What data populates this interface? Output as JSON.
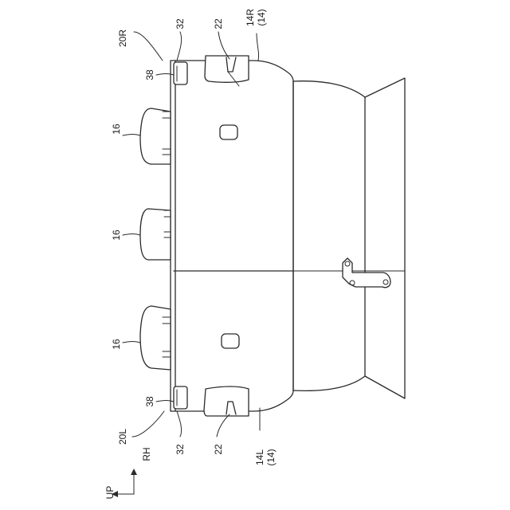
{
  "labels": {
    "seat_right": "20R",
    "seat_left": "20L",
    "seat_back_right_line1": "14R",
    "seat_back_right_line2": "(14)",
    "seat_back_left_line1": "14L",
    "seat_back_left_line2": "(14)",
    "headrest_upper": "16",
    "headrest_middle": "16",
    "headrest_lower": "16",
    "part_32_top": "32",
    "part_22_top": "22",
    "part_38_top": "38",
    "part_38_bottom": "38",
    "part_32_bottom": "32",
    "part_22_bottom": "22"
  },
  "orientation": {
    "rh": "RH",
    "up": "UP"
  }
}
